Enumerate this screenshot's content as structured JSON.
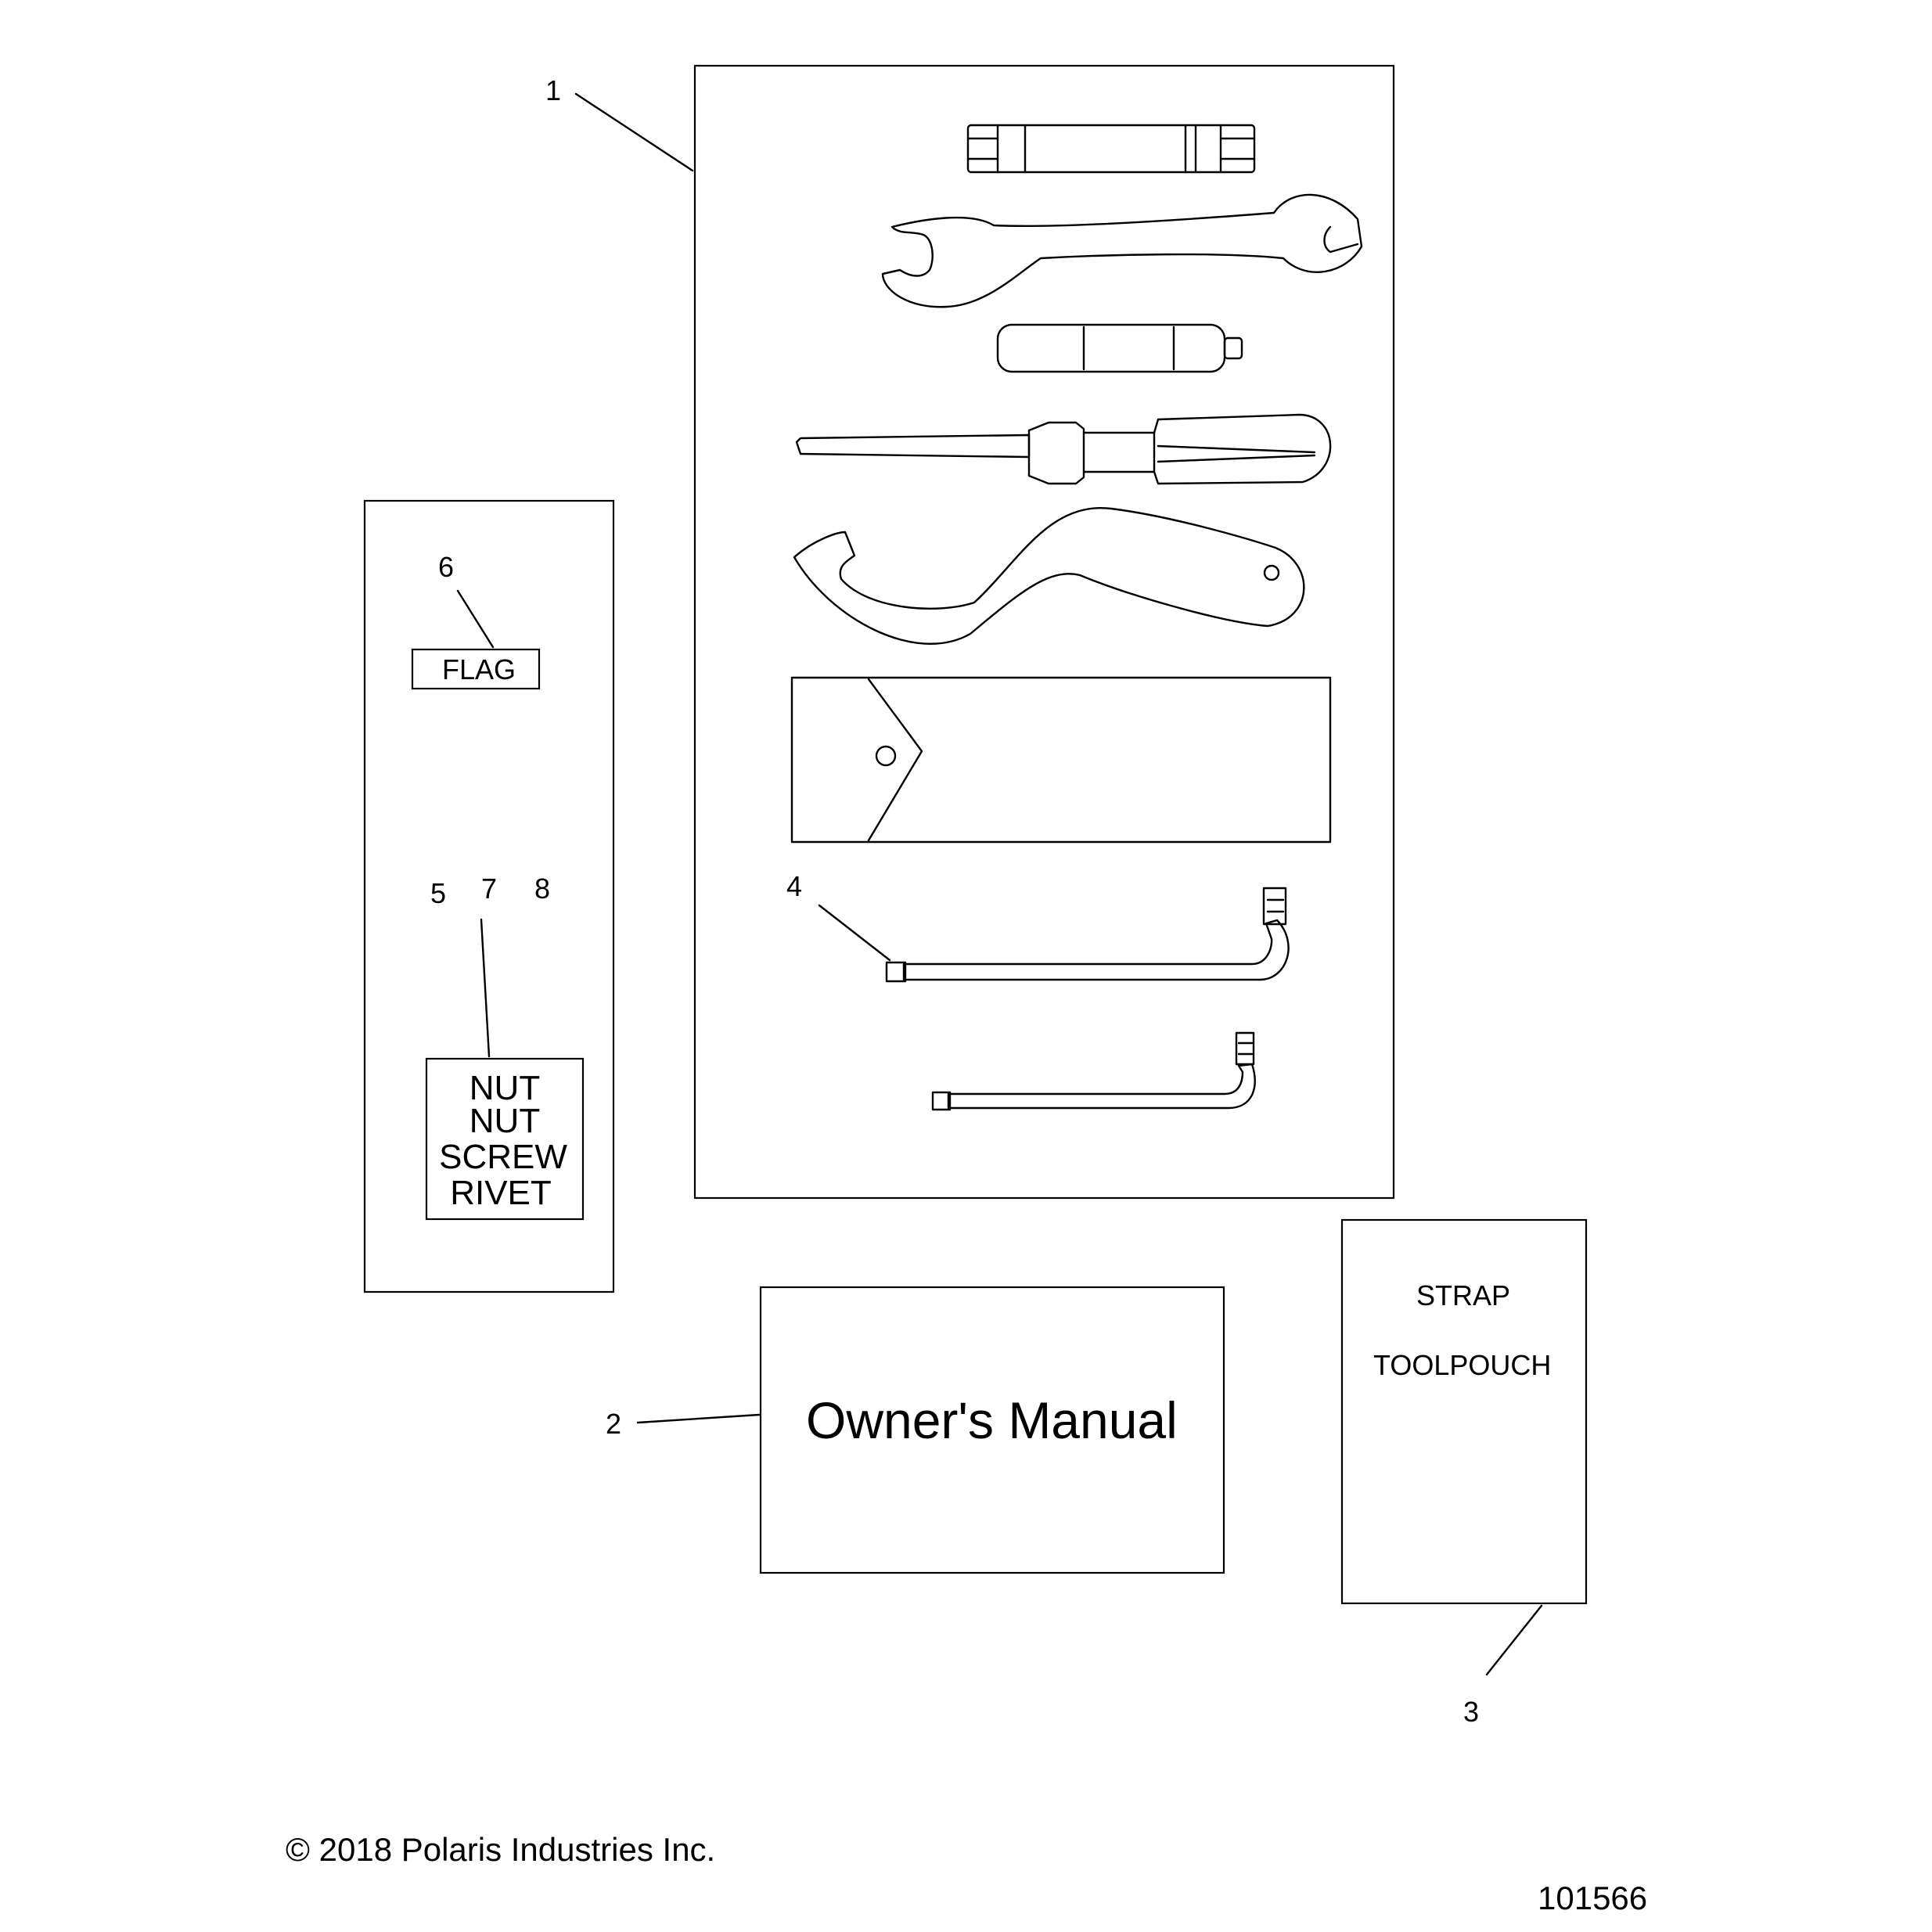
{
  "callouts": [
    "1",
    "2",
    "3",
    "4",
    "5",
    "7",
    "8",
    "6"
  ],
  "labels": {
    "flag": "FLAG",
    "hardware": [
      "NUT",
      "NUT",
      "SCREW",
      "RIVET"
    ],
    "owners_manual": "Owner's Manual",
    "strap": "STRAP",
    "toolpouch": "TOOLPOUCH"
  },
  "footer": {
    "copyright": "© 2018 Polaris Industries Inc.",
    "figure_number": "101566"
  },
  "icons": [
    "socket-wrench-icon",
    "open-end-wrench-icon",
    "handle-icon",
    "screwdriver-icon",
    "spanner-wrench-icon",
    "tool-pouch-icon",
    "l-key-icon"
  ],
  "colors": {
    "line": "#000000",
    "background": "#ffffff"
  }
}
